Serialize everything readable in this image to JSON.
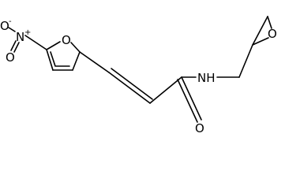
{
  "molecule": {
    "atoms": {
      "o_minus": "O",
      "o_minus_charge": "-",
      "n_nitro": "N",
      "n_nitro_charge": "+",
      "o_nitro_double": "O",
      "o_furan": "O",
      "n_amide": "NH",
      "o_carbonyl": "O",
      "o_epoxide": "O"
    }
  }
}
